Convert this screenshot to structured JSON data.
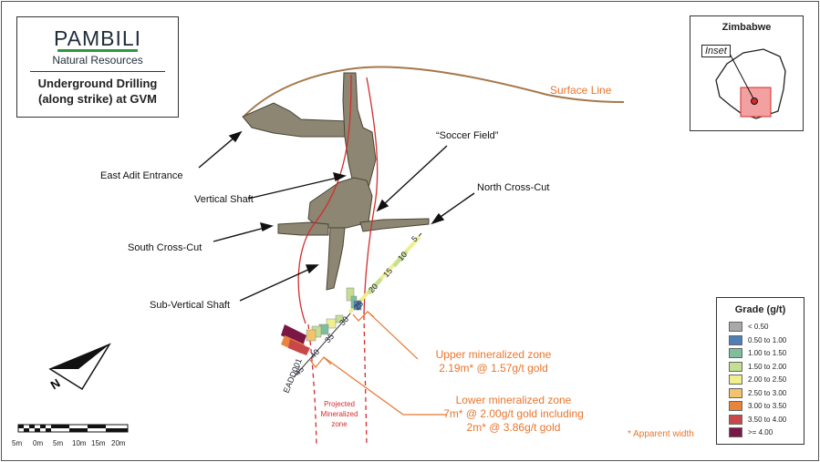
{
  "logo": {
    "name": "PAMBILI",
    "subtitle": "Natural Resources"
  },
  "title": {
    "line1": "Underground Drilling",
    "line2": "(along strike) at GVM"
  },
  "inset_map": {
    "country": "Zimbabwe",
    "tag": "Inset"
  },
  "labels": {
    "surface_line": "Surface Line",
    "east_adit": "East Adit Entrance",
    "vertical_shaft": "Vertical Shaft",
    "soccer_field": "“Soccer Field”",
    "north_cross_cut": "North Cross-Cut",
    "south_cross_cut": "South Cross-Cut",
    "sub_vertical_shaft": "Sub-Vertical Shaft",
    "projected_zone": [
      "Projected",
      "Mineralized",
      "zone"
    ],
    "hole_id": "EADD001"
  },
  "zones": {
    "upper": {
      "title": "Upper mineralized zone",
      "line2": "2.19m* @ 1.57g/t gold"
    },
    "lower": {
      "title": "Lower mineralized zone",
      "line2": "7m* @ 2.00g/t gold including",
      "line3": "2m* @ 3.86g/t gold"
    }
  },
  "note": "* Apparent width",
  "depth_ticks": [
    "5",
    "10",
    "15",
    "20",
    "25",
    "30",
    "35",
    "40",
    "45"
  ],
  "legend": {
    "title": "Grade (g/t)",
    "items": [
      {
        "label": "< 0.50",
        "color": "#a9a9a9"
      },
      {
        "label": "0.50 to 1.00",
        "color": "#4f7fb3"
      },
      {
        "label": "1.00 to 1.50",
        "color": "#7dbf9c"
      },
      {
        "label": "1.50 to 2.00",
        "color": "#c4de94"
      },
      {
        "label": "2.00 to 2.50",
        "color": "#eef090"
      },
      {
        "label": "2.50 to 3.00",
        "color": "#f2c46e"
      },
      {
        "label": "3.00 to 3.50",
        "color": "#e8843c"
      },
      {
        "label": "3.50 to 4.00",
        "color": "#c8484a"
      },
      {
        "label": ">= 4.00",
        "color": "#7b1747"
      }
    ]
  },
  "scale_bar": {
    "labels": [
      "5m",
      "0m",
      "5m",
      "10m",
      "15m",
      "20m"
    ]
  },
  "north_arrow": {
    "label": "N"
  }
}
